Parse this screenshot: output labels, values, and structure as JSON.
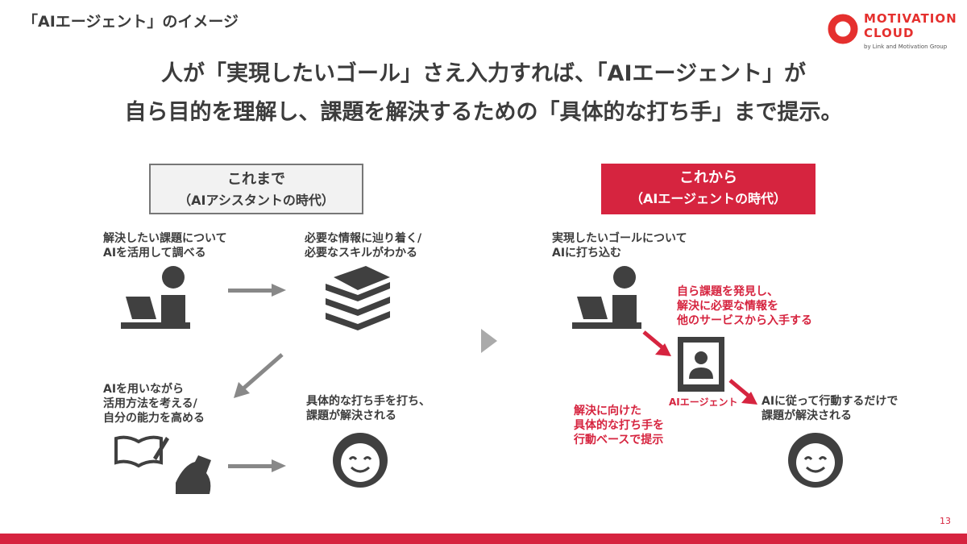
{
  "header": {
    "section_title": "「AIエージェント」のイメージ",
    "logo_line1": "MOTIVATION",
    "logo_line2": "CLOUD",
    "logo_sub": "by Link and Motivation Group"
  },
  "headline": {
    "line1": "人が「実現したいゴール」さえ入力すれば、「AIエージェント」が",
    "line2": "自ら目的を理解し、課題を解決するための「具体的な打ち手」まで提示。"
  },
  "before": {
    "title": "これまで",
    "subtitle": "（AIアシスタントの時代）",
    "step1": "解決したい課題について\nAIを活用して調べる",
    "step2": "必要な情報に辿り着く/\n必要なスキルがわかる",
    "step3": "AIを用いながら\n活用方法を考える/\n自分の能力を高める",
    "step4": "具体的な打ち手を打ち、\n課題が解決される"
  },
  "after": {
    "title": "これから",
    "subtitle": "（AIエージェントの時代）",
    "step1": "実現したいゴールについて\nAIに打ち込む",
    "agent_action": "自ら課題を発見し、\n解決に必要な情報を\n他のサービスから入手する",
    "agent_label": "AIエージェント",
    "agent_output": "解決に向けた\n具体的な打ち手を\n行動ベースで提示",
    "result": "AIに従って行動するだけで\n課題が解決される"
  },
  "footer": {
    "page_number": "13"
  },
  "colors": {
    "accent": "#d6243f",
    "icon": "#404040"
  }
}
